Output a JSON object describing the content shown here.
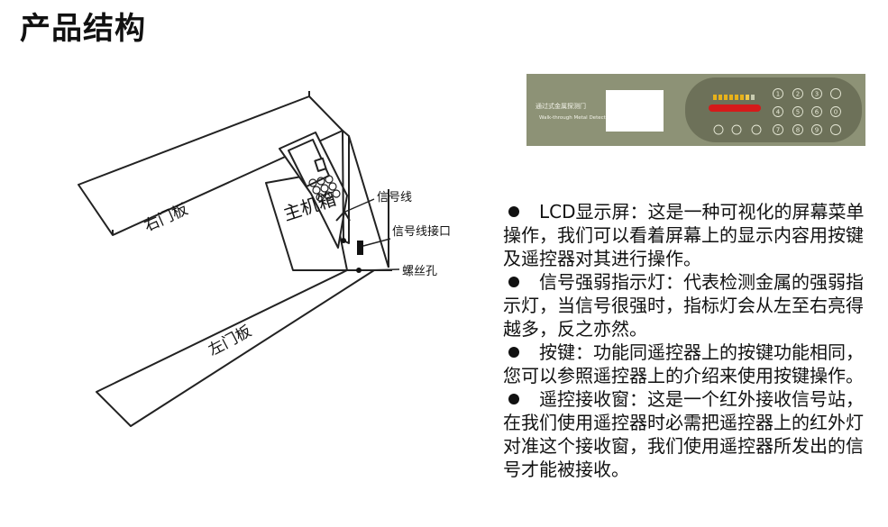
{
  "page": {
    "title": "产品结构"
  },
  "diagram": {
    "right_door": "右门板",
    "left_door": "左门板",
    "host_box": "主机箱",
    "signal_line": "信号线",
    "signal_port": "信号线接口",
    "screw_hole": "螺丝孔"
  },
  "panel": {
    "name_cn": "通过式金属探测门",
    "name_en": "Walk-through Metal Detector",
    "keys_row1": [
      "1",
      "2",
      "3"
    ],
    "keys_row2": [
      "4",
      "5",
      "6",
      "0"
    ],
    "keys_row3": [
      "7",
      "8",
      "9"
    ],
    "colors": {
      "body": "#a6aa8d",
      "face": "#6d7159",
      "display": "#ffffff",
      "indicator": "#d51a1a",
      "leds": "#e8b21a"
    }
  },
  "features": [
    {
      "text": "LCD显示屏：这是一种可视化的屏幕菜单操作，我们可以看着屏幕上的显示内容用按键及遥控器对其进行操作。"
    },
    {
      "text": "信号强弱指示灯：代表检测金属的强弱指示灯，当信号很强时，指标灯会从左至右亮得越多，反之亦然。"
    },
    {
      "text": "按键：功能同遥控器上的按键功能相同，您可以参照遥控器上的介绍来使用按键操作。"
    },
    {
      "text": "遥控接收窗：这是一个红外接收信号站，在我们使用遥控器时必需把遥控器上的红外灯对准这个接收窗，我们使用遥控器所发出的信号才能被接收。"
    }
  ]
}
